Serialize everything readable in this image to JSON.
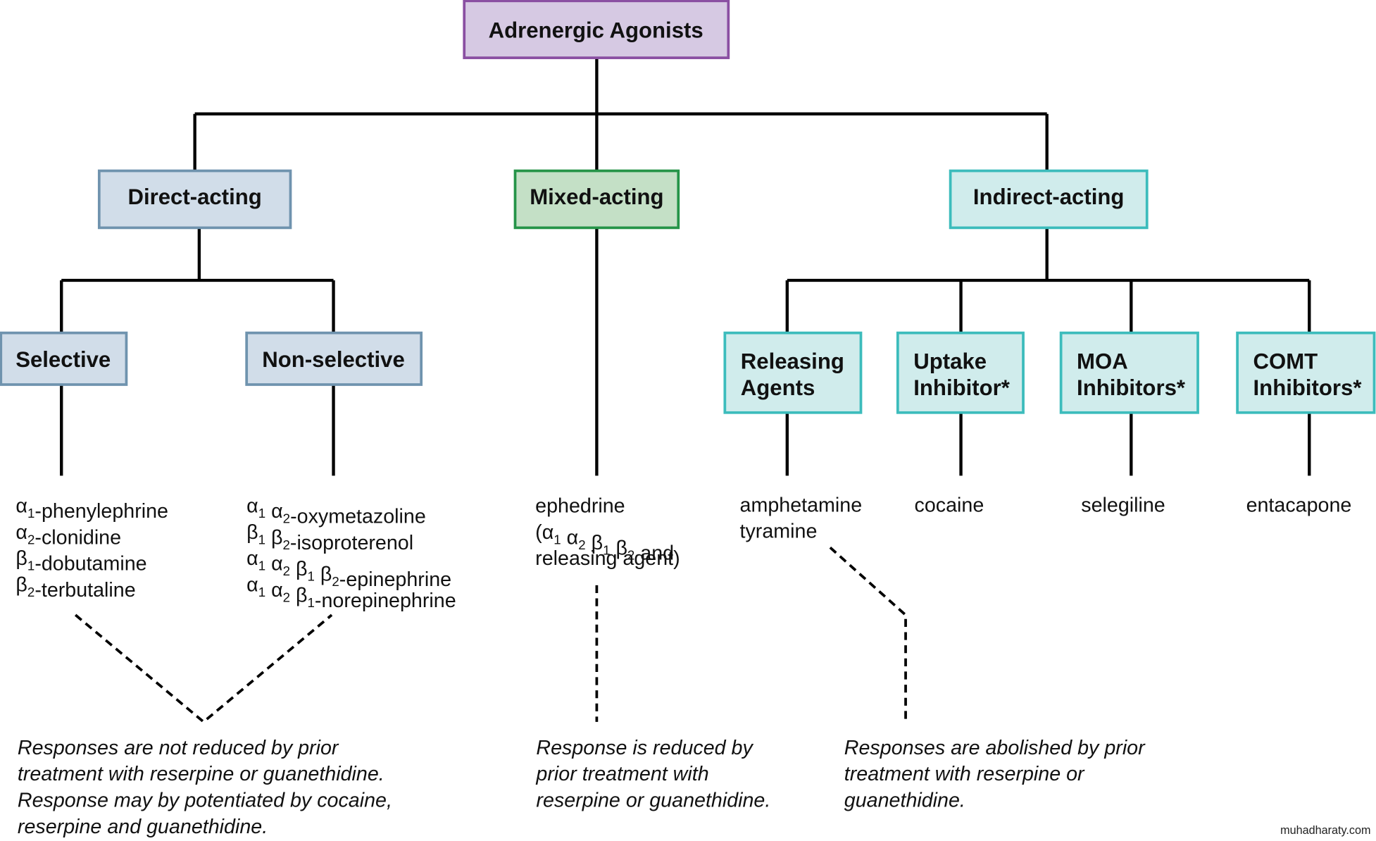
{
  "title": "Adrenergic Agonists",
  "colors": {
    "root_fill": "#d6c9e3",
    "root_border": "#8a4fa2",
    "direct_fill": "#d1dde9",
    "direct_border": "#6f93ae",
    "mixed_fill": "#c4e0c6",
    "mixed_border": "#259448",
    "indirect_fill": "#d0ecec",
    "indirect_border": "#3cbcbc"
  },
  "categories": {
    "direct": {
      "label": "Direct-acting",
      "selective": {
        "label": "Selective",
        "drugs": [
          {
            "prefix": [
              [
                "α",
                "1"
              ]
            ],
            "name": "-phenylephrine"
          },
          {
            "prefix": [
              [
                "α",
                "2"
              ]
            ],
            "name": "-clonidine"
          },
          {
            "prefix": [
              [
                "β",
                "1"
              ]
            ],
            "name": "-dobutamine"
          },
          {
            "prefix": [
              [
                "β",
                "2"
              ]
            ],
            "name": "-terbutaline"
          }
        ]
      },
      "nonselective": {
        "label": "Non-selective",
        "drugs": [
          {
            "prefix": [
              [
                "α",
                "1"
              ],
              [
                "α",
                "2"
              ]
            ],
            "name": "-oxymetazoline"
          },
          {
            "prefix": [
              [
                "β",
                "1"
              ],
              [
                "β",
                "2"
              ]
            ],
            "name": "-isoproterenol"
          },
          {
            "prefix": [
              [
                "α",
                "1"
              ],
              [
                "α",
                "2"
              ],
              [
                "β",
                "1"
              ],
              [
                "β",
                "2"
              ]
            ],
            "name": "-epinephrine"
          },
          {
            "prefix": [
              [
                "α",
                "1"
              ],
              [
                "α",
                "2"
              ],
              [
                "β",
                "1"
              ]
            ],
            "name": "-norepinephrine"
          }
        ]
      },
      "note": [
        "Responses are not reduced by prior",
        "treatment with reserpine or guanethidine.",
        "Response may by potentiated by cocaine,",
        "reserpine and guanethidine."
      ]
    },
    "mixed": {
      "label": "Mixed-acting",
      "drug_name": "ephedrine",
      "drug_receptors": [
        [
          "α",
          "1"
        ],
        [
          "α",
          "2"
        ],
        [
          "β",
          "1"
        ],
        [
          "β",
          "2"
        ]
      ],
      "drug_open": "(",
      "drug_and": " and",
      "drug_line3": "releasing agent)",
      "note": [
        "Response is reduced by",
        "prior treatment with",
        "reserpine or guanethidine."
      ]
    },
    "indirect": {
      "label": "Indirect-acting",
      "children": [
        {
          "label": [
            "Releasing",
            "Agents"
          ],
          "drugs": [
            "amphetamine",
            "tyramine"
          ]
        },
        {
          "label": [
            "Uptake",
            "Inhibitor*"
          ],
          "drugs": [
            "cocaine"
          ]
        },
        {
          "label": [
            "MOA",
            "Inhibitors*"
          ],
          "drugs": [
            "selegiline"
          ]
        },
        {
          "label": [
            "COMT",
            "Inhibitors*"
          ],
          "drugs": [
            "entacapone"
          ]
        }
      ],
      "note": [
        "Responses are abolished by prior",
        "treatment with reserpine or",
        "guanethidine."
      ]
    }
  },
  "watermark": "muhadharaty.com"
}
